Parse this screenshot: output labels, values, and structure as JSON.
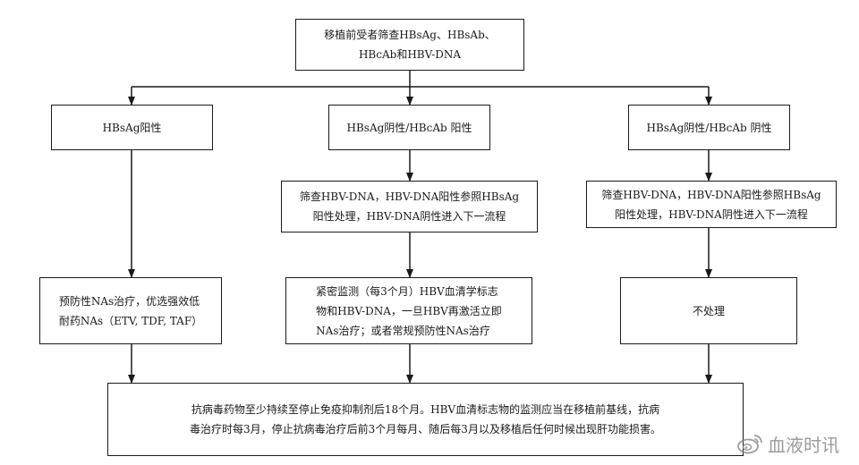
{
  "top_box": {
    "line1": "移植前受者筛查HBsAg、HBsAb、",
    "line2": "HBcAb和HBV-DNA"
  },
  "branches": [
    {
      "status": "HBsAg阳性",
      "treatment": [
        "预防性NAs治疗，优选强效低",
        "耐药NAs（ETV, TDF, TAF）"
      ]
    },
    {
      "status": "HBsAg阴性/HBcAb 阳性",
      "screening": [
        "筛查HBV-DNA，HBV-DNA阳性参照HBsAg",
        "阳性处理，HBV-DNA阴性进入下一流程"
      ],
      "treatment": [
        "紧密监测（每3个月）HBV血清学标志",
        "物和HBV-DNA，一旦HBV再激活立即",
        "NAs治疗；或者常规预防性NAs治疗"
      ]
    },
    {
      "status": "HBsAg阴性/HBcAb 阴性",
      "screening": [
        "筛查HBV-DNA，HBV-DNA阳性参照HBsAg",
        "阳性处理，HBV-DNA阴性进入下一流程"
      ],
      "treatment": [
        "不处理"
      ]
    }
  ],
  "bottom_box": {
    "line1": "抗病毒药物至少持续至停止免疫抑制剂后18个月。HBV血清标志物的监测应当在移植前基线，抗病",
    "line2": "毒治疗时每3月，停止抗病毒治疗后前3个月每月、随后每3月以及移植后任何时候出现肝功能损害。"
  },
  "watermark": {
    "text": "血液时讯",
    "icon": "weibo-icon"
  }
}
